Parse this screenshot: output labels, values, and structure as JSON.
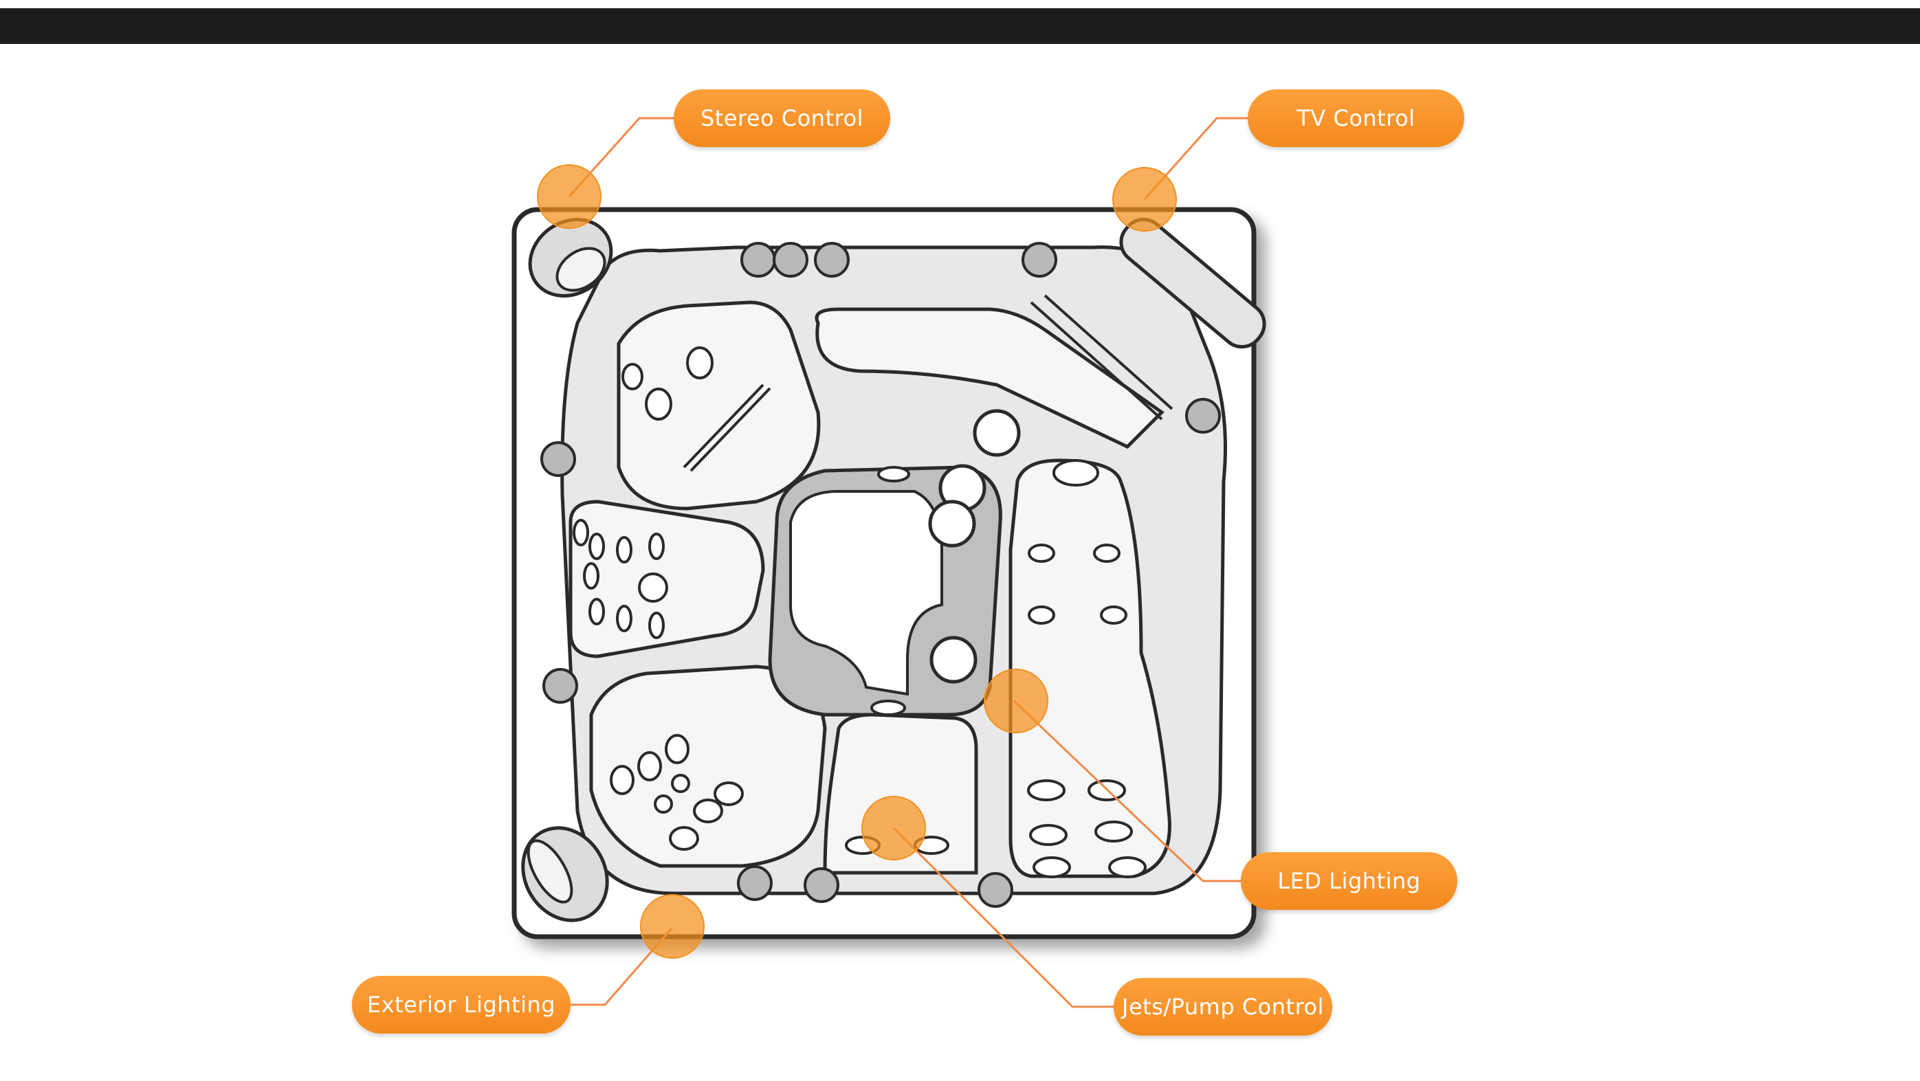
{
  "colors": {
    "accent": "#f4901f",
    "header": "#1c1c1c",
    "outline": "#2a2a2a",
    "shell": "#e9e9e9",
    "seat": "#f4f4f4",
    "jet": "#c4c4c4"
  },
  "callouts": [
    {
      "id": "stereo-control",
      "label": "Stereo Control"
    },
    {
      "id": "tv-control",
      "label": "TV Control"
    },
    {
      "id": "led-lighting",
      "label": "LED Lighting"
    },
    {
      "id": "exterior-lighting",
      "label": "Exterior Lighting"
    },
    {
      "id": "jets-pump-control",
      "label": "Jets/Pump Control"
    }
  ]
}
